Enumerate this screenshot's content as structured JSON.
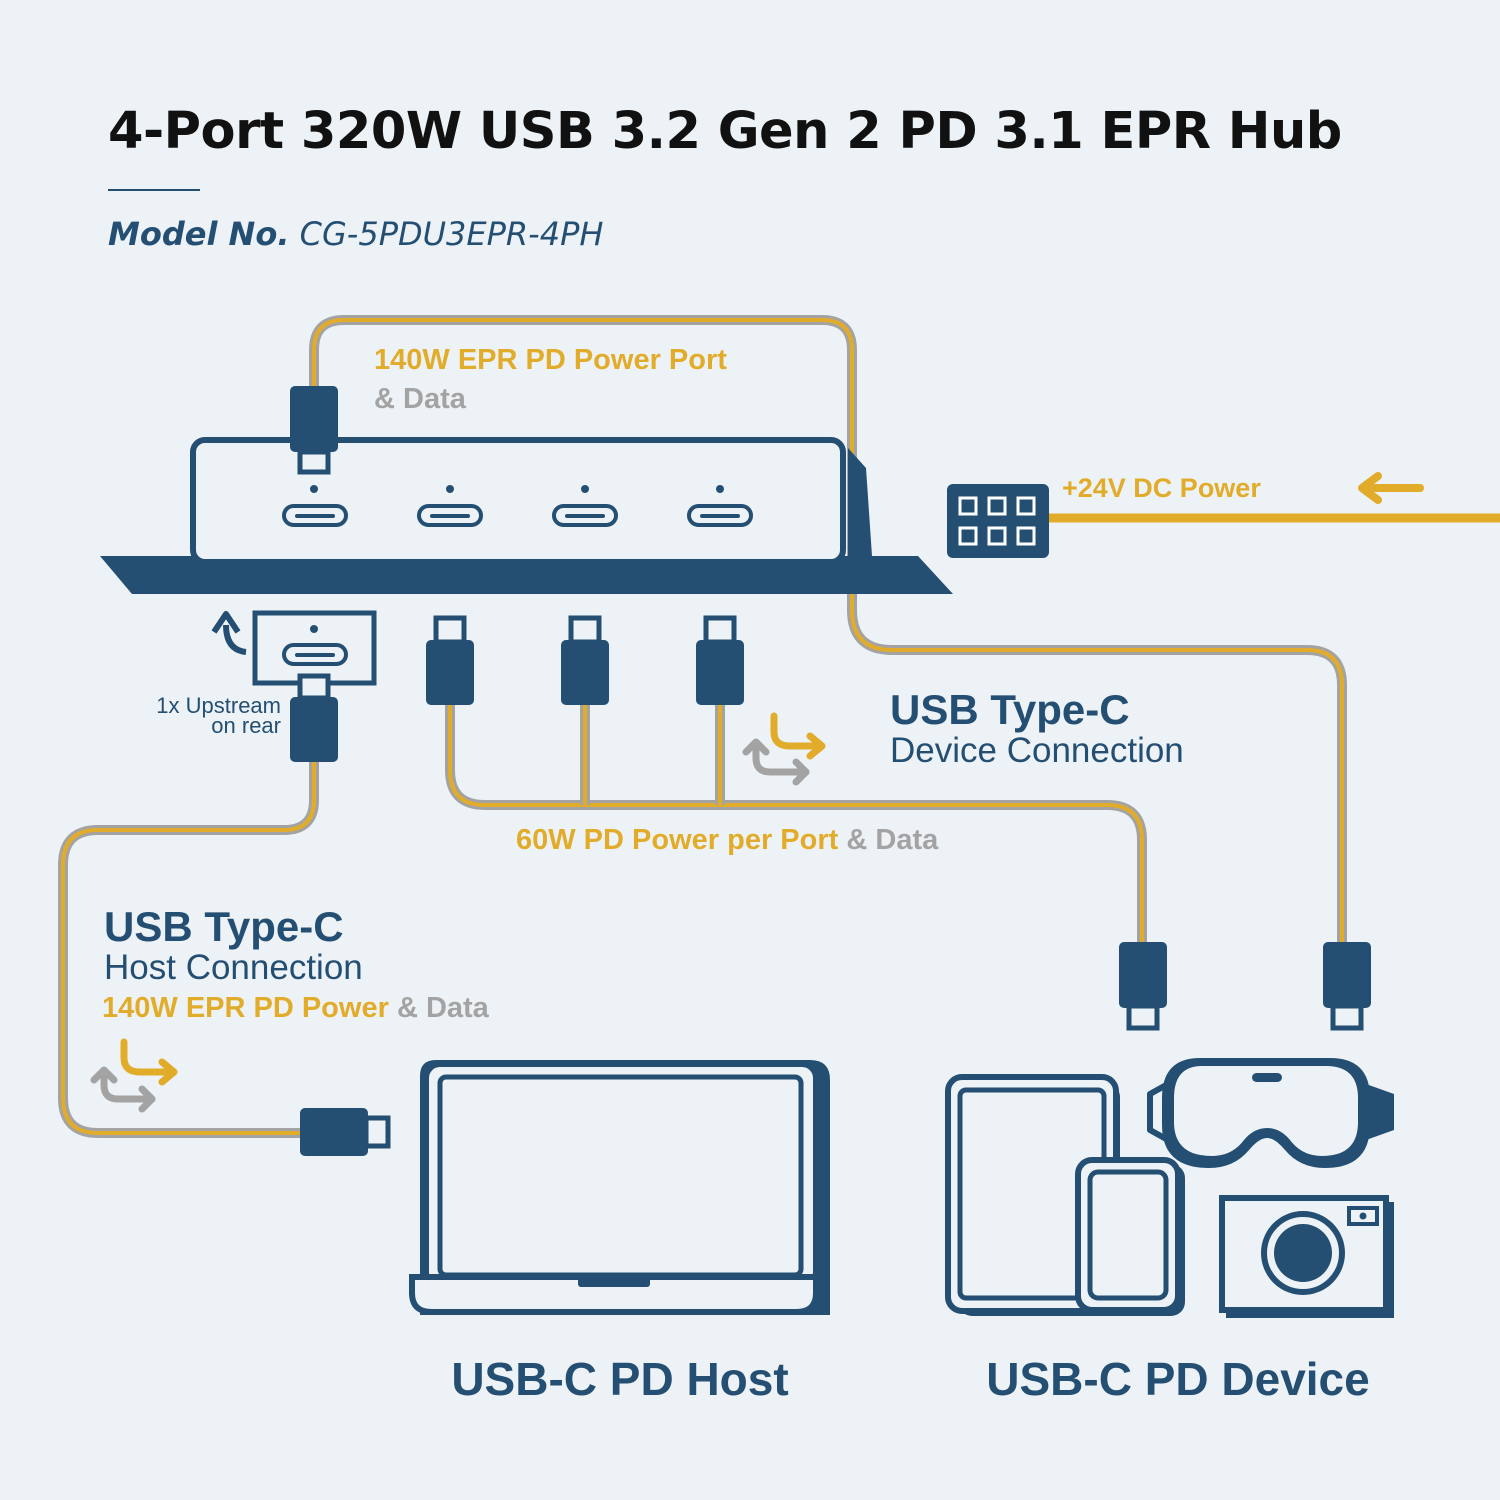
{
  "title": "4-Port 320W USB 3.2 Gen 2 PD 3.1 EPR Hub",
  "model": {
    "label": "Model No.",
    "value": "CG-5PDU3EPR-4PH"
  },
  "top_port": {
    "power": "140W EPR PD Power Port",
    "data": "& Data"
  },
  "dc_power": {
    "label": "+24V DC Power"
  },
  "upstream": {
    "line1": "1x Upstream",
    "line2": "on rear"
  },
  "device_connection": {
    "title": "USB Type-C",
    "subtitle": "Device Connection"
  },
  "per_port": {
    "power": "60W PD Power per Port",
    "data": "& Data"
  },
  "host_connection": {
    "title": "USB Type-C",
    "subtitle": "Host Connection",
    "power": "140W EPR PD Power",
    "data": "& Data"
  },
  "host_label": "USB-C PD Host",
  "device_label": "USB-C PD Device",
  "colors": {
    "navy": "#244f73",
    "gold": "#e2ac2b",
    "grey": "#a3a3a3",
    "background": "#edf2f6"
  },
  "icons": [
    "usb-c-plug-icon",
    "usb-c-port-icon",
    "dc-power-connector-icon",
    "arrow-left-icon",
    "bidirectional-arrows-icon",
    "laptop-icon",
    "tablet-icon",
    "phone-icon",
    "vr-headset-icon",
    "camera-icon"
  ]
}
